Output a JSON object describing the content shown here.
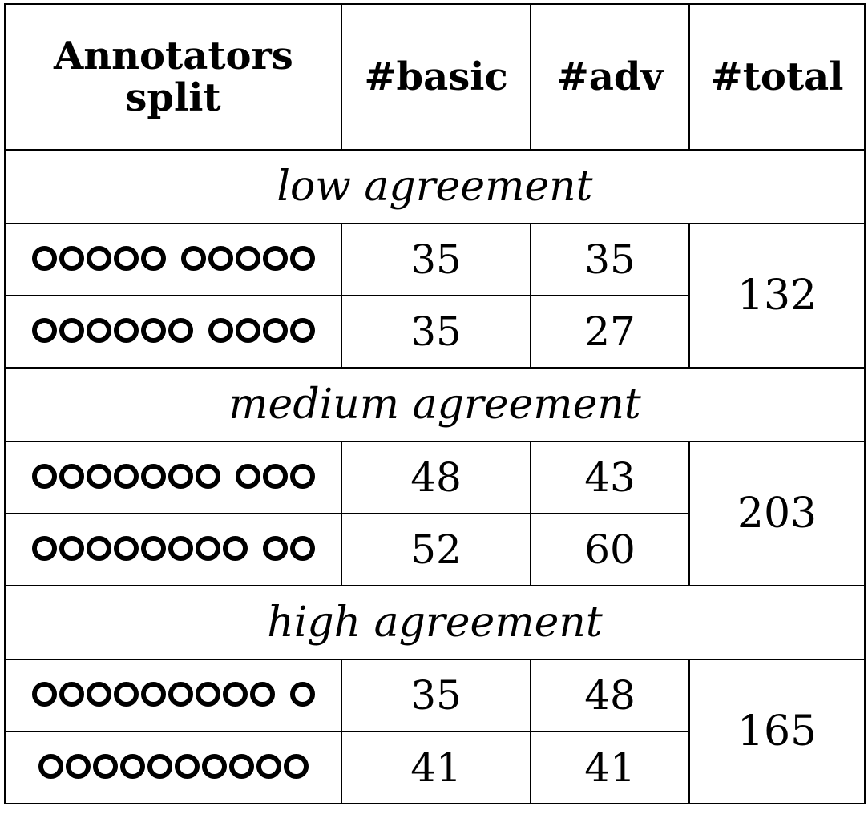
{
  "table": {
    "headers": [
      "Annotators split",
      "#basic",
      "#adv",
      "#total"
    ],
    "groups": [
      {
        "label": "low agreement",
        "total": "132",
        "rows": [
          {
            "split": [
              5,
              5
            ],
            "basic": "35",
            "adv": "35"
          },
          {
            "split": [
              6,
              4
            ],
            "basic": "35",
            "adv": "27"
          }
        ]
      },
      {
        "label": "medium agreement",
        "total": "203",
        "rows": [
          {
            "split": [
              7,
              3
            ],
            "basic": "48",
            "adv": "43"
          },
          {
            "split": [
              8,
              2
            ],
            "basic": "52",
            "adv": "60"
          }
        ]
      },
      {
        "label": "high agreement",
        "total": "165",
        "rows": [
          {
            "split": [
              9,
              1
            ],
            "basic": "35",
            "adv": "48"
          },
          {
            "split": [
              10,
              0
            ],
            "basic": "41",
            "adv": "41"
          }
        ]
      }
    ]
  }
}
